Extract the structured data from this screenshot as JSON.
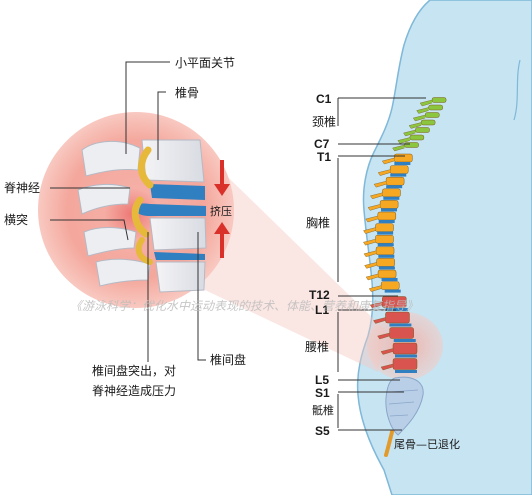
{
  "callouts": {
    "facet_joint": "小平面关节",
    "vertebra": "椎骨",
    "spinal_nerve": "脊神经",
    "transverse_process": "横突",
    "squeeze": "挤压",
    "herniation_line1": "椎间盘突出，对",
    "herniation_line2": "脊神经造成压力",
    "disc": "椎间盘"
  },
  "spine_labels": {
    "c1": "C1",
    "cervical": "颈椎",
    "c7": "C7",
    "t1": "T1",
    "thoracic": "胸椎",
    "t12": "T12",
    "l1": "L1",
    "lumbar": "腰椎",
    "l5": "L5",
    "s1": "S1",
    "sacral": "骶椎",
    "s5": "S5",
    "coccyx": "尾骨—已退化"
  },
  "watermark": "《游泳科学：优化水中运动表现的技术、体能、营养和康复指导》",
  "colors": {
    "body_fill": "#c6e4f2",
    "body_outline": "#7fb8d8",
    "cervical": "#8cc63f",
    "thoracic": "#f7a823",
    "lumbar": "#d9534f",
    "disc": "#2f7fc1",
    "sacrum": "#b9cfe8",
    "coccyx": "#e39a2c",
    "inflammation": "#f2a39a",
    "arrow": "#d9302a"
  }
}
